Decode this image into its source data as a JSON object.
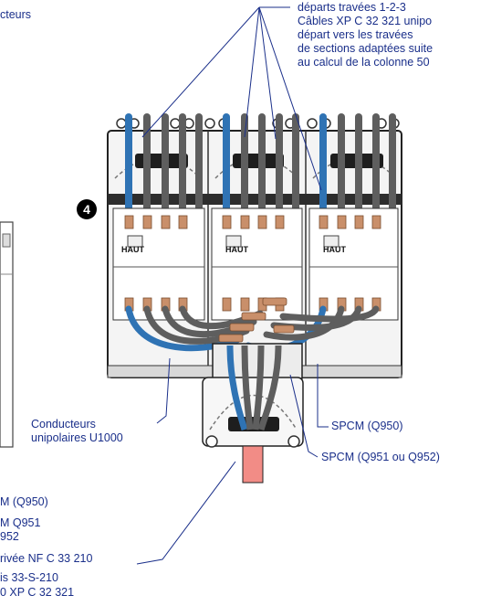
{
  "labels": {
    "top_left_fragment": "cteurs",
    "departs_line1": "départs travées 1-2-3",
    "departs_line2": "Câbles XP C 32 321 unipo",
    "departs_line3": "départ vers les travées",
    "departs_line4": "de sections adaptées suite",
    "departs_line5": "au calcul de la colonne 50",
    "step_number": "4",
    "haut_1": "HAUT",
    "haut_2": "HAUT",
    "haut_3": "HAUT",
    "conducteurs_line1": "Conducteurs",
    "conducteurs_line2": "unipolaires U1000",
    "spcm_q950": "SPCM (Q950)",
    "spcm_q951": "SPCM (Q951 ou Q952)",
    "left_line1": "M (Q950)",
    "left_line2": "M Q951",
    "left_line3": "952",
    "left_line4": "rivée NF C 33 210",
    "left_line5": "is 33-S-210",
    "left_line6": "0 XP C 32 321"
  },
  "colors": {
    "label_text": "#1a2f8a",
    "leader_line": "#1a2f8a",
    "blue_cable": "#2f73b4",
    "gray_cable": "#5e5e5e",
    "copper": "#c98f6a",
    "main_cable": "#f28c86"
  }
}
